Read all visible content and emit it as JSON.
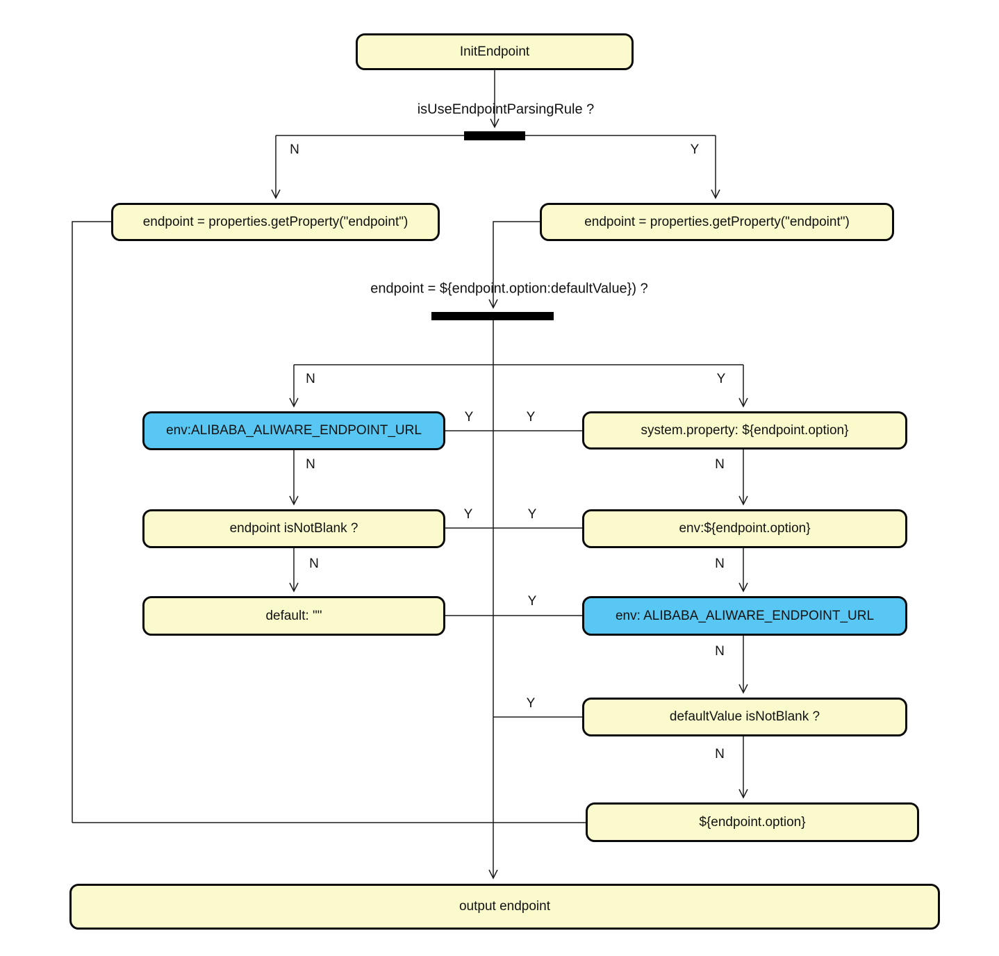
{
  "diagram": {
    "nodes": {
      "init": {
        "label": "InitEndpoint"
      },
      "left_get_property": {
        "label": "endpoint = properties.getProperty(\"endpoint\")"
      },
      "right_get_property": {
        "label": "endpoint = properties.getProperty(\"endpoint\")"
      },
      "env_alibaba_left": {
        "label": "env:ALIBABA_ALIWARE_ENDPOINT_URL"
      },
      "system_property": {
        "label": "system.property: ${endpoint.option}"
      },
      "endpoint_is_not_blank": {
        "label": "endpoint isNotBlank ?"
      },
      "env_endpoint_option": {
        "label": "env:${endpoint.option}"
      },
      "default_empty": {
        "label": "default: \"\""
      },
      "env_alibaba_right": {
        "label": "env: ALIBABA_ALIWARE_ENDPOINT_URL"
      },
      "default_value_is_not_blank": {
        "label": "defaultValue isNotBlank ?"
      },
      "endpoint_option": {
        "label": "${endpoint.option}"
      },
      "output": {
        "label": "output endpoint"
      }
    },
    "decision_labels": {
      "is_use_endpoint_parsing_rule": "isUseEndpointParsingRule ?",
      "endpoint_pattern": "endpoint = ${endpoint.option:defaultValue}) ?"
    },
    "branch": {
      "yes": "Y",
      "no": "N"
    },
    "colors": {
      "node_fill": "#FAFACD",
      "highlight_fill": "#58C7F3",
      "border": "#0A0A0A",
      "line": "#1A1A1A",
      "background": "#FFFFFF"
    }
  }
}
